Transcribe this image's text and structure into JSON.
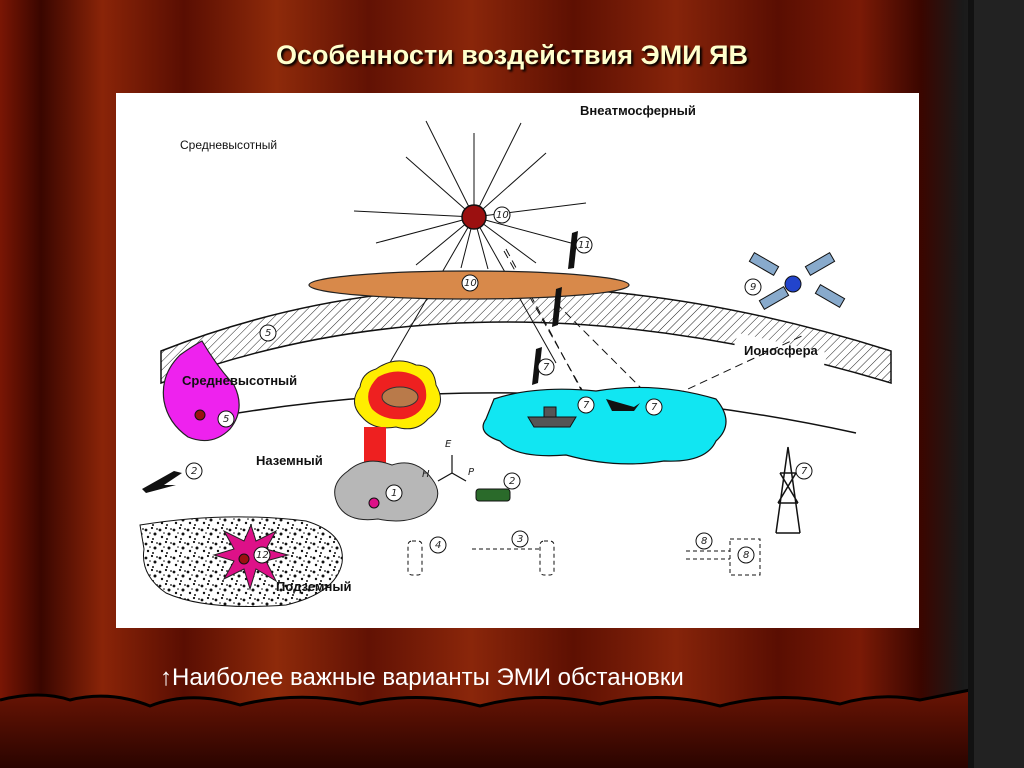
{
  "slide": {
    "title": "Особенности воздействия ЭМИ ЯВ",
    "caption_icon": "up-arrow-icon",
    "caption": "Наиболее важные варианты ЭМИ обстановки"
  },
  "figure": {
    "labels": {
      "exo": "Внеатмосферный",
      "mid_top": "Средневысотный",
      "mid_cloud": "Средневысотный",
      "ground": "Наземный",
      "under": "Подземный",
      "ionosphere": "Ионосфера"
    },
    "axes": {
      "e": "E",
      "h": "H",
      "p": "P"
    },
    "markers": {
      "m10a": "10",
      "m10b": "10",
      "m11": "11",
      "m9": "9",
      "m5a": "5",
      "m7a": "7",
      "m7b": "7",
      "m7c": "7",
      "m7d": "7",
      "m5b": "5",
      "m2a": "2",
      "m2b": "2",
      "m1": "1",
      "m12": "12",
      "m4": "4",
      "m3": "3",
      "m8a": "8",
      "m8b": "8"
    },
    "colors": {
      "burst_red": "#9b1010",
      "ionized_layer": "#d8894a",
      "mid_cloud": "#ee22ee",
      "fireball_outer": "#ffee00",
      "fireball_inner": "#ee2020",
      "sea": "#11e6f2",
      "underground_burst": "#dd1188",
      "satellite": "#2244cc"
    }
  }
}
